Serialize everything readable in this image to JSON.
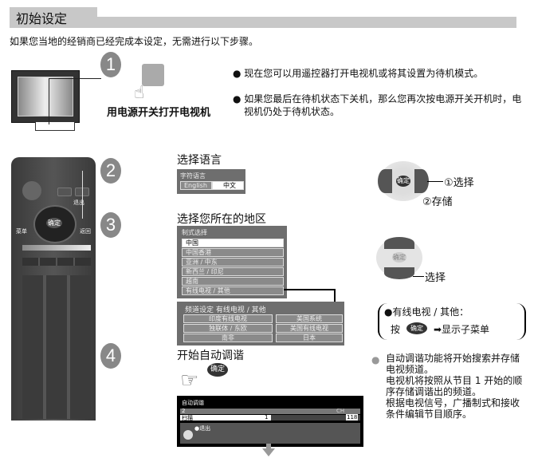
{
  "header": {
    "title": "初始设定"
  },
  "intro": "如果您当地的经销商已经完成本设定，无需进行以下步骤。",
  "step1": {
    "number": "1",
    "label": "用电源开关打开电视机",
    "bullets": [
      "现在您可以用遥控器打开电视机或将其设置为待机模式。",
      "如果您最后在待机状态下关机，那么您再次按电源开关开机时，电视机仍处于待机状态。"
    ]
  },
  "steps": {
    "s2": "2",
    "s3": "3",
    "s4": "4"
  },
  "remote": {
    "exit": "退出",
    "menu": "菜单",
    "back": "返回",
    "ok": "确定"
  },
  "language": {
    "heading": "选择语言",
    "box_title": "字符语言",
    "options": [
      "English",
      "中文"
    ]
  },
  "dpad1": {
    "ok": "确定",
    "select": "①选择",
    "store": "②存储"
  },
  "region": {
    "heading": "选择您所在的地区",
    "box_title": "制式选择",
    "options": [
      "中国",
      "中国香港",
      "亚洲 / 中东",
      "新西兰 / 印尼",
      "越南",
      "有线电视 / 其他"
    ]
  },
  "dpad2": {
    "ok": "确定",
    "select": "选择"
  },
  "channel": {
    "box_title": "频道设定 有线电视 / 其他",
    "options": [
      "印度有线电视",
      "美国系统",
      "独联体 / 东欧",
      "美国有线电视",
      "南非",
      "日本"
    ]
  },
  "cable_note": {
    "line1": "●有线电视 / 其他：",
    "press": "按",
    "ok": "确定",
    "result": "➡显示子菜单"
  },
  "autotune": {
    "heading": "开始自动调谐",
    "ok": "确定",
    "box_title": "自动调谐",
    "row1_left": "2",
    "row1_right": "CH",
    "scan_label": "扫描",
    "scan_value": "1",
    "scan_total": "118",
    "exit": "●退出",
    "progress": 0.01
  },
  "autotune_note": [
    "自动调谐功能将开始搜索并存储电视频道。",
    "电视机将按照从节目 1 开始的顺序存储调谐出的频道。",
    "根据电视信号，广播制式和接收条件编辑节目顺序。"
  ]
}
